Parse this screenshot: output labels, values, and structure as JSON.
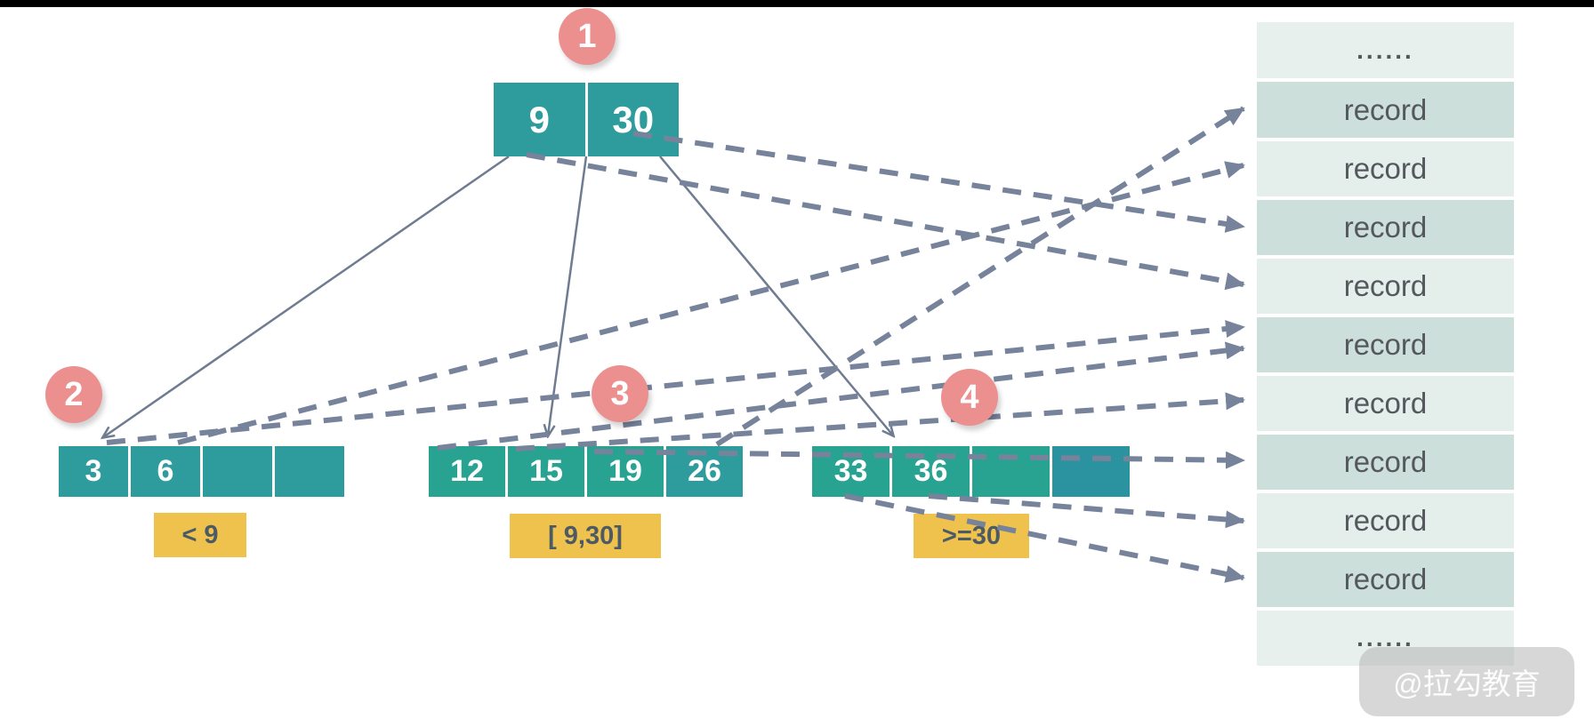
{
  "badges": [
    "1",
    "2",
    "3",
    "4"
  ],
  "root": {
    "cells": [
      "9",
      "30"
    ]
  },
  "leaves": [
    {
      "cells": [
        "3",
        "6",
        "",
        ""
      ],
      "range": "< 9"
    },
    {
      "cells": [
        "12",
        "15",
        "19",
        "26"
      ],
      "range": "[ 9,30]"
    },
    {
      "cells": [
        "33",
        "36",
        "",
        ""
      ],
      "range": ">=30"
    }
  ],
  "records": {
    "top_dots": "......",
    "rows": [
      "record",
      "record",
      "record",
      "record",
      "record",
      "record",
      "record",
      "record",
      "record"
    ],
    "bottom_dots": "......"
  },
  "watermark": "@拉勾教育",
  "colors": {
    "node_teal": "#2E9C9C",
    "node_green": "#28A291",
    "node_dark_teal": "#2B92A0",
    "badge_pink": "#EC8F8F",
    "range_yellow": "#EFC24D",
    "range_text": "#4B5A64",
    "dashed_line": "#76839B",
    "solid_line": "#6E7B90",
    "row_light": "#E4EEEB",
    "row_dark": "#CDDFDA",
    "row_dots_bg": "#E7F0ED",
    "record_text": "#54585C"
  }
}
